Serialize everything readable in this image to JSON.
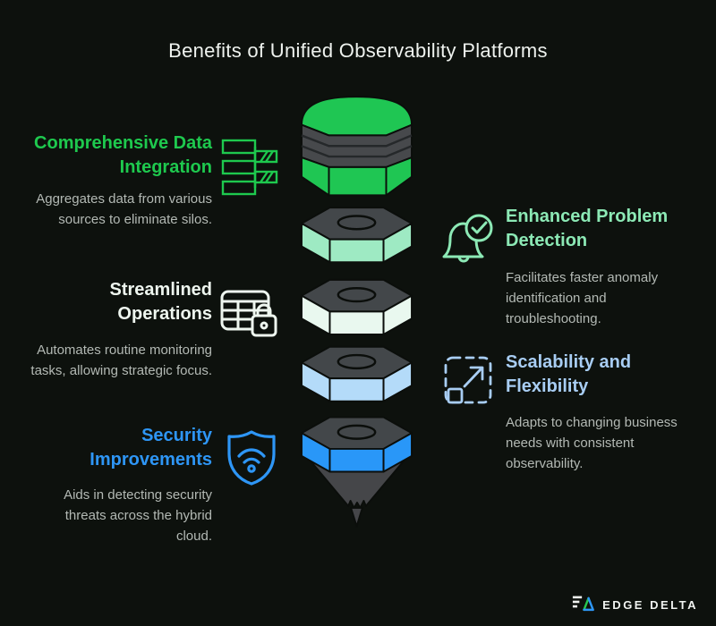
{
  "title": "Benefits of Unified Observability Platforms",
  "colors": {
    "background": "#0d110d",
    "title": "#eef2ee",
    "body_text": "#b3b9b4",
    "outline": "#0b0e0b"
  },
  "left_items": [
    {
      "heading": "Comprehensive Data Integration",
      "description": "Aggregates data from various sources to eliminate silos.",
      "color": "#1ec94e",
      "icon": "data-integration-icon"
    },
    {
      "heading": "Streamlined Operations",
      "description": "Automates routine monitoring tasks, allowing strategic focus.",
      "color": "#eef6ef",
      "icon": "table-lock-icon"
    },
    {
      "heading": "Security Improvements",
      "description": "Aids in detecting security threats across the hybrid cloud.",
      "color": "#2e96f6",
      "icon": "shield-wifi-icon"
    }
  ],
  "right_items": [
    {
      "heading": "Enhanced Problem Detection",
      "description": "Facilitates faster anomaly identification and troubleshooting.",
      "color": "#8ce9b5",
      "icon": "bell-check-icon"
    },
    {
      "heading": "Scalability and Flexibility",
      "description": "Adapts to changing business needs with consistent observability.",
      "color": "#a8cdf3",
      "icon": "expand-arrows-icon"
    }
  ],
  "funnel": {
    "cap_color": "#1fc653",
    "band_color": "#47494c",
    "band_line_color": "#25282a",
    "top_face_color": "#43474a",
    "cone_color": "#454649",
    "layers": [
      {
        "name": "layer-1",
        "color": "#1fc653"
      },
      {
        "name": "layer-2",
        "color": "#9eeac3"
      },
      {
        "name": "layer-3",
        "color": "#e9f8ef"
      },
      {
        "name": "layer-4",
        "color": "#b4dbf9"
      },
      {
        "name": "layer-5",
        "color": "#2997f8"
      }
    ]
  },
  "footer": {
    "brand": "EDGE DELTA",
    "logo_green": "#27c750",
    "logo_blue": "#2e96f6"
  }
}
